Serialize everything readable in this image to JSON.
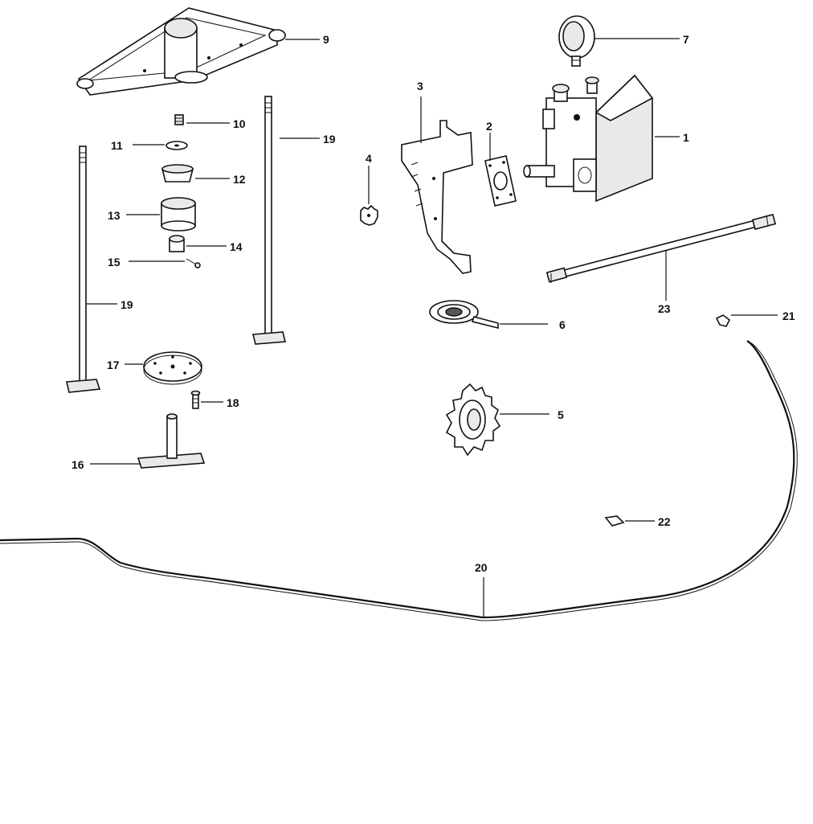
{
  "callouts": {
    "c1": "1",
    "c2": "2",
    "c3": "3",
    "c4": "4",
    "c5": "5",
    "c6": "6",
    "c7": "7",
    "c9": "9",
    "c10": "10",
    "c11": "11",
    "c12": "12",
    "c13": "13",
    "c14": "14",
    "c15": "15",
    "c16": "16",
    "c17": "17",
    "c18": "18",
    "c19a": "19",
    "c19b": "19",
    "c20": "20",
    "c21": "21",
    "c22": "22",
    "c23": "23"
  }
}
